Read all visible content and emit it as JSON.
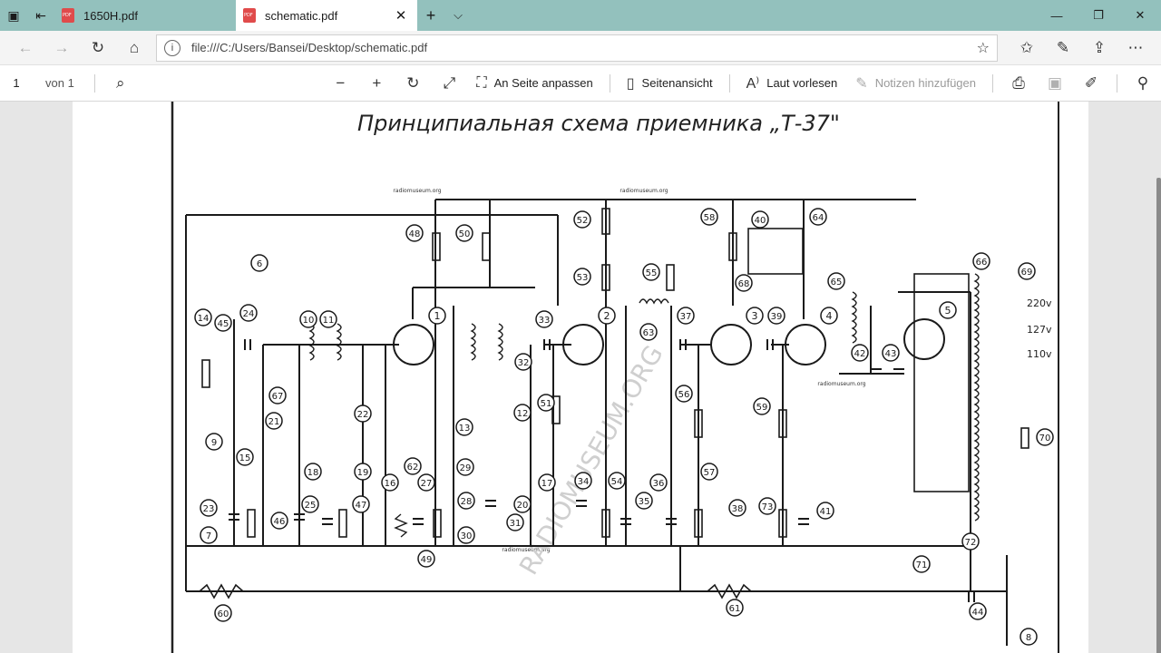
{
  "tabs": [
    {
      "title": "1650H.pdf",
      "active": false
    },
    {
      "title": "schematic.pdf",
      "active": true
    }
  ],
  "address": {
    "url": "file:///C:/Users/Bansei/Desktop/schematic.pdf"
  },
  "pdf_toolbar": {
    "page_current": "1",
    "page_of": "von 1",
    "fit_page_label": "An Seite anpassen",
    "page_view_label": "Seitenansicht",
    "read_aloud_label": "Laut vorlesen",
    "add_notes_label": "Notizen hinzufügen"
  },
  "document": {
    "title": "Принципиальная схема приемника „Т-37\"",
    "watermarks": [
      "radiomuseum.org",
      "radiomuseum.org",
      "radiomuseum.org",
      "radiomuseum.org",
      "RADIOMUSEUM.ORG"
    ],
    "voltages": [
      "220v",
      "127v",
      "110v"
    ],
    "tube_labels": [
      "1",
      "2",
      "3",
      "4",
      "5"
    ],
    "component_labels": [
      "6",
      "7",
      "8",
      "9",
      "10",
      "11",
      "12",
      "13",
      "14",
      "15",
      "16",
      "17",
      "18",
      "19",
      "20",
      "21",
      "22",
      "23",
      "24",
      "25",
      "27",
      "28",
      "29",
      "30",
      "31",
      "32",
      "33",
      "34",
      "35",
      "36",
      "37",
      "38",
      "39",
      "40",
      "41",
      "42",
      "43",
      "44",
      "45",
      "46",
      "47",
      "48",
      "49",
      "50",
      "51",
      "52",
      "53",
      "54",
      "55",
      "56",
      "57",
      "58",
      "59",
      "60",
      "61",
      "62",
      "63",
      "64",
      "65",
      "66",
      "67",
      "68",
      "69",
      "70",
      "71",
      "72",
      "73"
    ]
  }
}
